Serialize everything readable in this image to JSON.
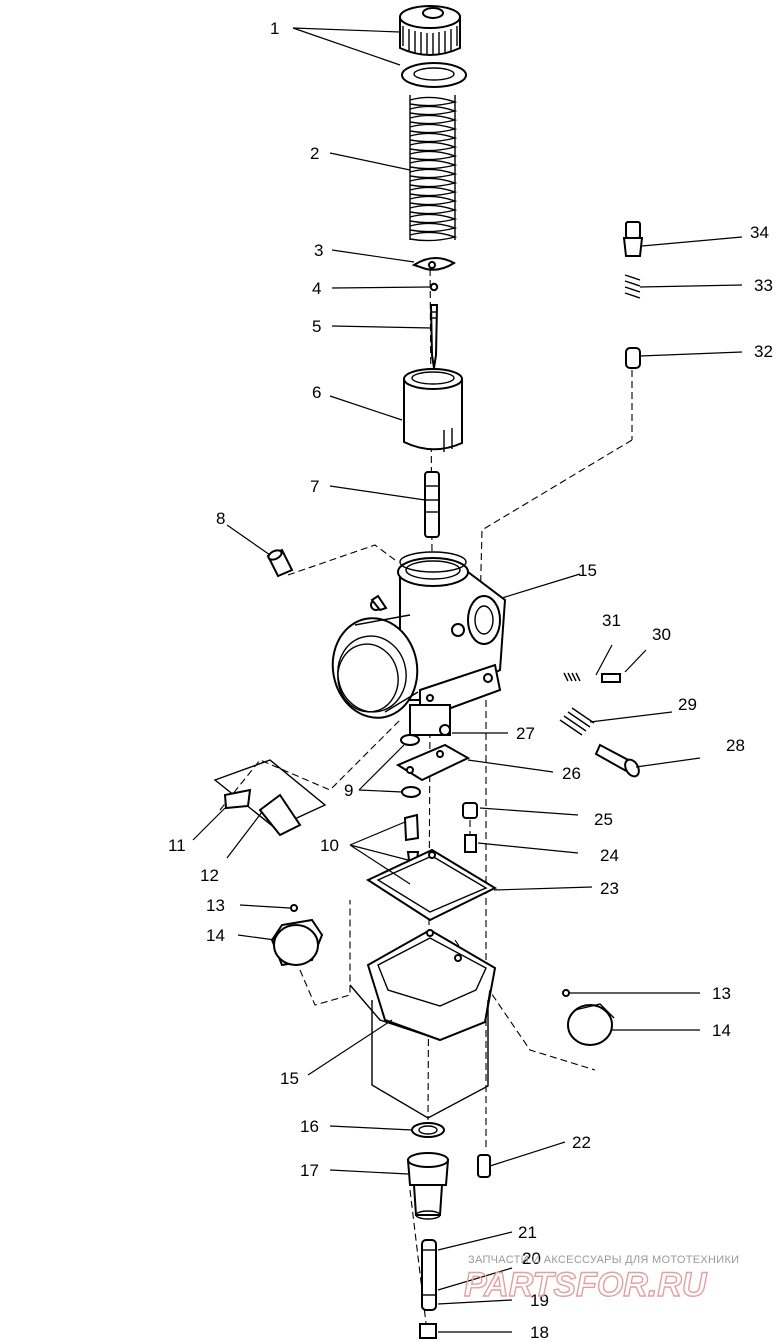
{
  "diagram": {
    "callouts": [
      {
        "id": "c1",
        "text": "1"
      },
      {
        "id": "c2",
        "text": "2"
      },
      {
        "id": "c3",
        "text": "3"
      },
      {
        "id": "c4",
        "text": "4"
      },
      {
        "id": "c5",
        "text": "5"
      },
      {
        "id": "c6",
        "text": "6"
      },
      {
        "id": "c7",
        "text": "7"
      },
      {
        "id": "c8",
        "text": "8"
      },
      {
        "id": "c9",
        "text": "9"
      },
      {
        "id": "c10",
        "text": "10"
      },
      {
        "id": "c11",
        "text": "11"
      },
      {
        "id": "c12",
        "text": "12"
      },
      {
        "id": "c13a",
        "text": "13"
      },
      {
        "id": "c14a",
        "text": "14"
      },
      {
        "id": "c13b",
        "text": "13"
      },
      {
        "id": "c14b",
        "text": "14"
      },
      {
        "id": "c15a",
        "text": "15"
      },
      {
        "id": "c15b",
        "text": "15"
      },
      {
        "id": "c16",
        "text": "16"
      },
      {
        "id": "c17",
        "text": "17"
      },
      {
        "id": "c18",
        "text": "18"
      },
      {
        "id": "c19",
        "text": "19"
      },
      {
        "id": "c20",
        "text": "20"
      },
      {
        "id": "c21",
        "text": "21"
      },
      {
        "id": "c22",
        "text": "22"
      },
      {
        "id": "c23",
        "text": "23"
      },
      {
        "id": "c24",
        "text": "24"
      },
      {
        "id": "c25",
        "text": "25"
      },
      {
        "id": "c26",
        "text": "26"
      },
      {
        "id": "c27",
        "text": "27"
      },
      {
        "id": "c28",
        "text": "28"
      },
      {
        "id": "c29",
        "text": "29"
      },
      {
        "id": "c30",
        "text": "30"
      },
      {
        "id": "c31",
        "text": "31"
      },
      {
        "id": "c32",
        "text": "32"
      },
      {
        "id": "c33",
        "text": "33"
      },
      {
        "id": "c34",
        "text": "34"
      }
    ]
  },
  "watermark": {
    "tagline": "ЗАПЧАСТИ И АКСЕССУАРЫ ДЛЯ МОТОТЕХНИКИ",
    "brand": "PARTSFOR.RU",
    "color": "#e2a0a0"
  }
}
